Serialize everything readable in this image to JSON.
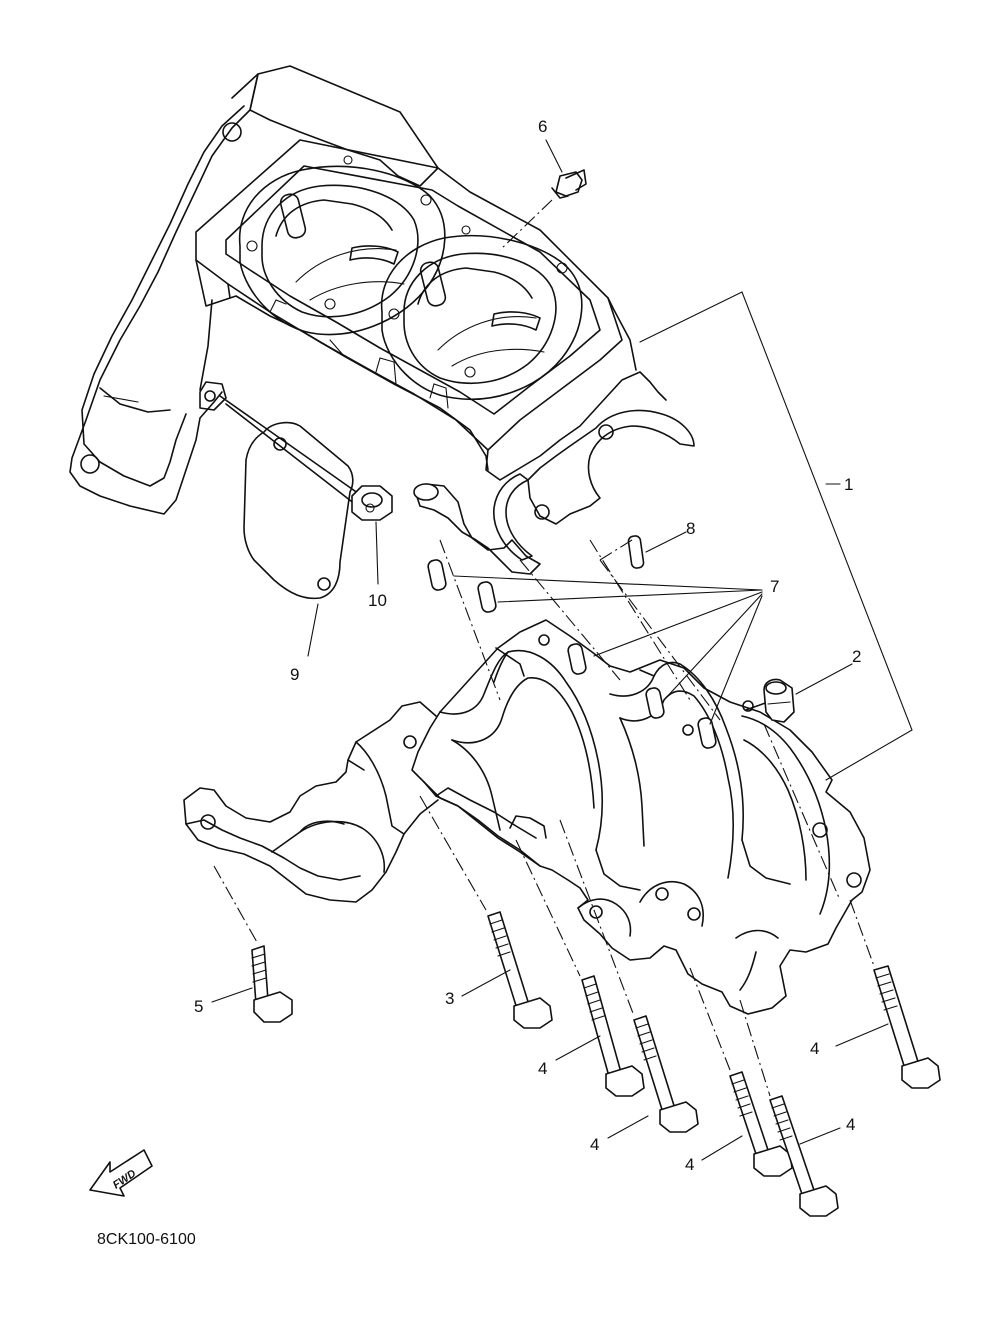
{
  "diagram": {
    "part_code": "8CK100-6100",
    "fwd_label": "FWD",
    "callouts": {
      "c1": "1",
      "c2": "2",
      "c3": "3",
      "c4a": "4",
      "c4b": "4",
      "c4c": "4",
      "c4d": "4",
      "c4e": "4",
      "c5": "5",
      "c6": "6",
      "c7": "7",
      "c8": "8",
      "c9": "9",
      "c10": "10"
    }
  }
}
